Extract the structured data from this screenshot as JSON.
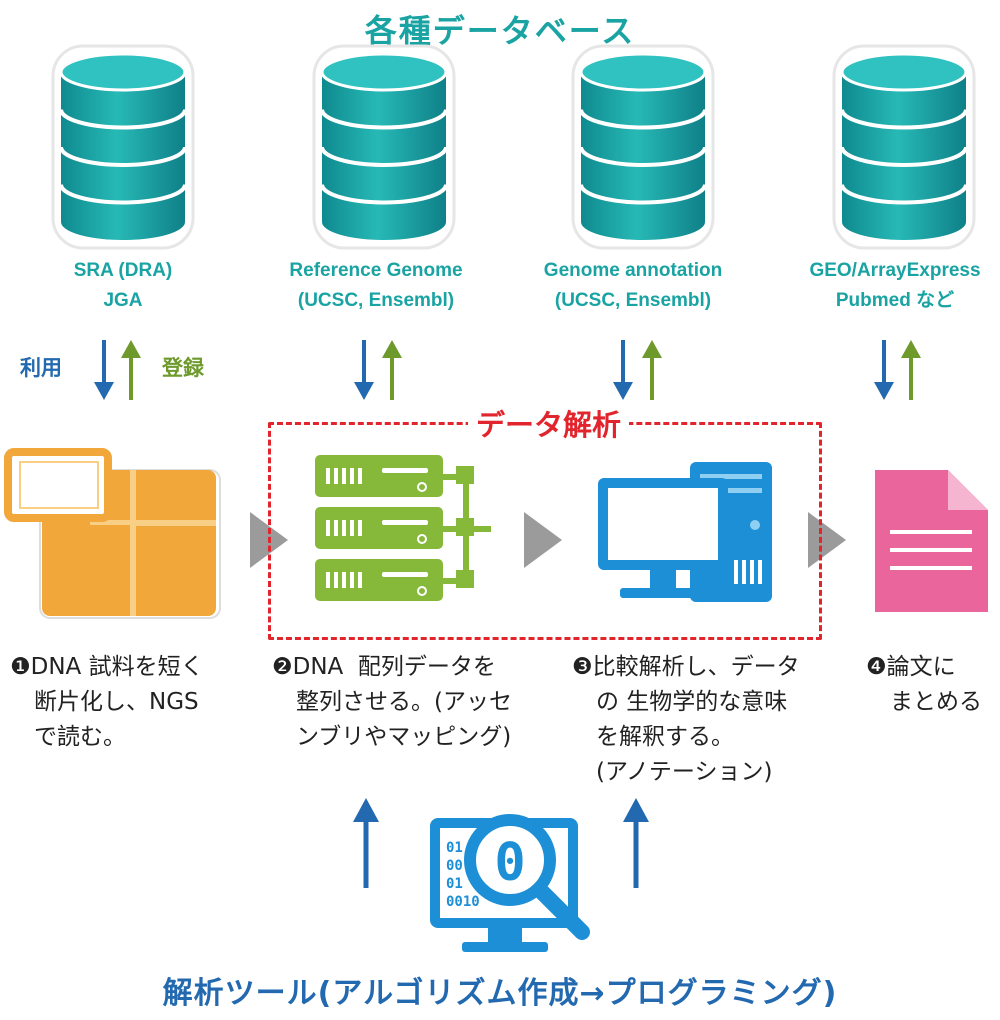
{
  "colors": {
    "teal": "#1aa3a3",
    "blue": "#2369b0",
    "green": "#6e9a2c",
    "red": "#e2242c",
    "gray_arrow": "#9b9b9b",
    "orange": "#f2a73a",
    "server_green": "#86b83a",
    "monitor_blue": "#1d8fd6",
    "doc_pink": "#e9659b"
  },
  "header": {
    "title": "各種データベース"
  },
  "databases": [
    {
      "line1": "SRA (DRA)",
      "line2": "JGA"
    },
    {
      "line1": "Reference Genome",
      "line2": "(UCSC, Ensembl)"
    },
    {
      "line1": "Genome annotation",
      "line2": "(UCSC, Ensembl)"
    },
    {
      "line1": "GEO/ArrayExpress",
      "line2": "Pubmed など"
    }
  ],
  "flow_labels": {
    "use": "利用",
    "register": "登録"
  },
  "analysis": {
    "title": "データ解析"
  },
  "steps": [
    {
      "number": "❶",
      "lines": [
        "DNA 試料を短く",
        "断片化し、NGS",
        "で読む。"
      ]
    },
    {
      "number": "❷",
      "lines": [
        "DNA  配列データを",
        "整列させる。(アッセ",
        "ンブリやマッピング)"
      ]
    },
    {
      "number": "❸",
      "lines": [
        "比較解析し、データ",
        "の 生物学的な意味",
        "を解釈する。",
        "(アノテーション)"
      ]
    },
    {
      "number": "❹",
      "lines": [
        "論文に",
        "まとめる"
      ]
    }
  ],
  "tool": {
    "screen_digits": [
      "01",
      "00",
      "01",
      "0010"
    ],
    "lens_digit": "0"
  },
  "footer": {
    "title": "解析ツール(アルゴリズム作成→プログラミング)"
  }
}
